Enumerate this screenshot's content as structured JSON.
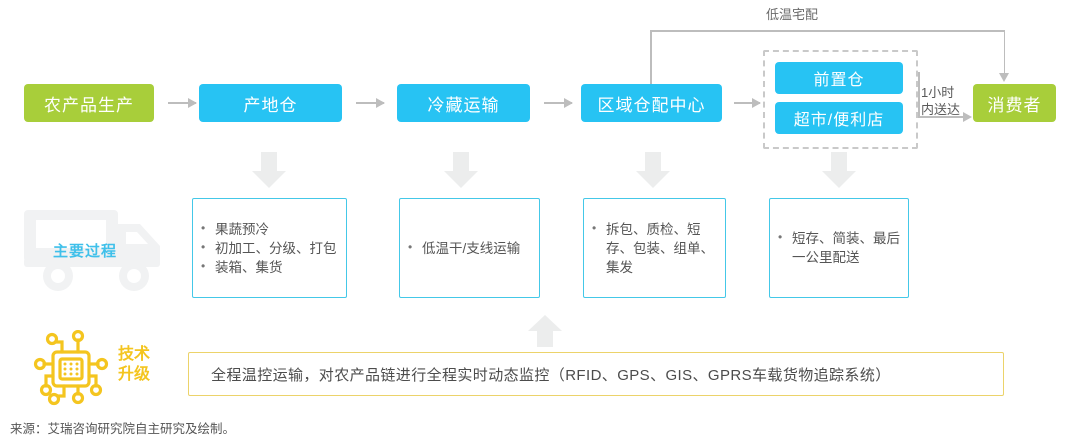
{
  "flow": {
    "nodes": [
      {
        "label": "农产品生产",
        "color": "#a8ce3a",
        "kind": "green"
      },
      {
        "label": "产地仓",
        "color": "#27c3f3",
        "kind": "blue"
      },
      {
        "label": "冷藏运输",
        "color": "#27c3f3",
        "kind": "blue"
      },
      {
        "label": "区域仓配中心",
        "color": "#27c3f3",
        "kind": "blue"
      },
      {
        "label": "前置仓",
        "color": "#27c3f3",
        "kind": "blue"
      },
      {
        "label": "超市/便利店",
        "color": "#27c3f3",
        "kind": "blue"
      },
      {
        "label": "消费者",
        "color": "#a8ce3a",
        "kind": "green"
      }
    ]
  },
  "annotations": {
    "top_route_label": "低温宅配",
    "hour_label_line1": "1小时",
    "hour_label_line2": "内送达"
  },
  "process": {
    "section_label": "主要过程",
    "icon": "truck-icon",
    "boxes": [
      {
        "items": [
          "果蔬预冷",
          "初加工、分级、打包",
          "装箱、集货"
        ]
      },
      {
        "items": [
          "低温干/支线运输"
        ]
      },
      {
        "items": [
          "拆包、质检、短存、包装、组单、集发"
        ]
      },
      {
        "items": [
          "短存、简装、最后一公里配送"
        ]
      }
    ]
  },
  "tech": {
    "icon": "chip-icon",
    "label_line1": "技术",
    "label_line2": "升级",
    "accent_color": "#f4c51f",
    "text": "全程温控运输，对农产品链进行全程实时动态监控（RFID、GPS、GIS、GPRS车载货物追踪系统）"
  },
  "footer": {
    "source": "来源：艾瑞咨询研究院自主研究及绘制。"
  },
  "colors": {
    "green": "#a8ce3a",
    "blue": "#27c3f3",
    "proc_border": "#44c8e8",
    "arrow_grey": "#bdbdbd",
    "pale_arrow": "#eceded",
    "yellow": "#f4c51f"
  }
}
